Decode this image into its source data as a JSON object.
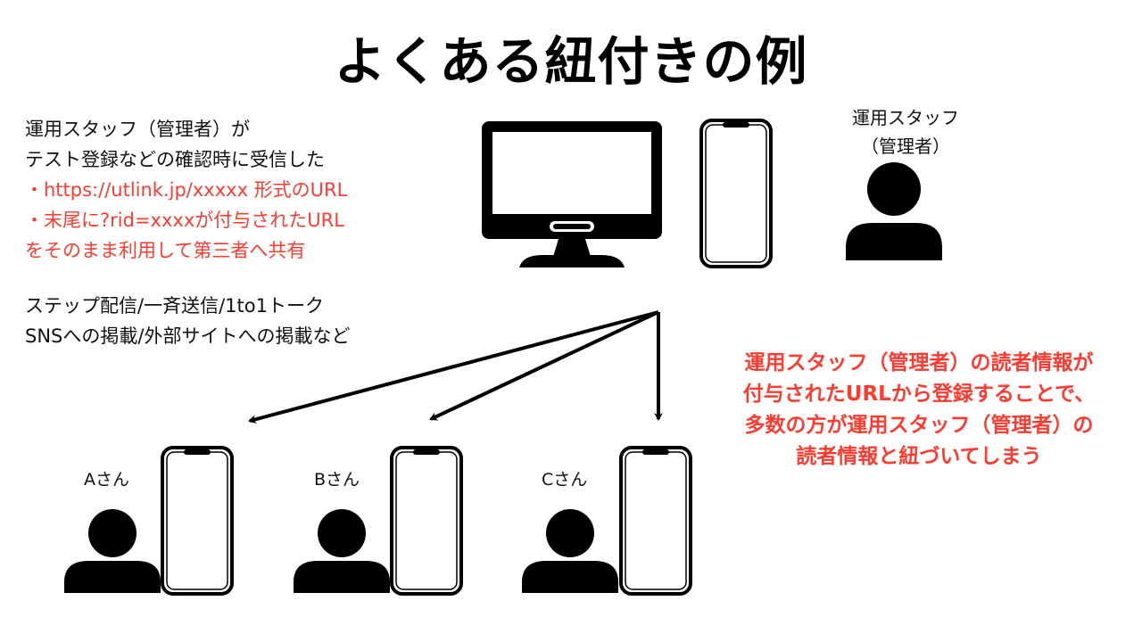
{
  "title": "よくある紐付きの例",
  "left_note": {
    "line1": "運用スタッフ（管理者）が",
    "line2": "テスト登録などの確認時に受信した",
    "bullet1": "・https://utlink.jp/xxxxx  形式のURL",
    "bullet2": "・末尾に?rid=xxxxが付与されたURL",
    "bullet3": " をそのまま利用して第三者へ共有"
  },
  "channels": {
    "line1": "ステップ配信/一斉送信/1to1トーク",
    "line2": "SNSへの掲載/外部サイトへの掲載など"
  },
  "staff_label": {
    "line1": "運用スタッフ",
    "line2": "（管理者）"
  },
  "warning": {
    "line1": "運用スタッフ（管理者）の読者情報が",
    "line2": "付与されたURLから登録することで、",
    "line3": "多数の方が運用スタッフ（管理者）の",
    "line4": "読者情報と紐づいてしまう"
  },
  "users": [
    {
      "label": "Aさん"
    },
    {
      "label": "Bさん"
    },
    {
      "label": "Cさん"
    }
  ],
  "colors": {
    "accent_red": "#ff3b30",
    "icon_black": "#000000"
  }
}
